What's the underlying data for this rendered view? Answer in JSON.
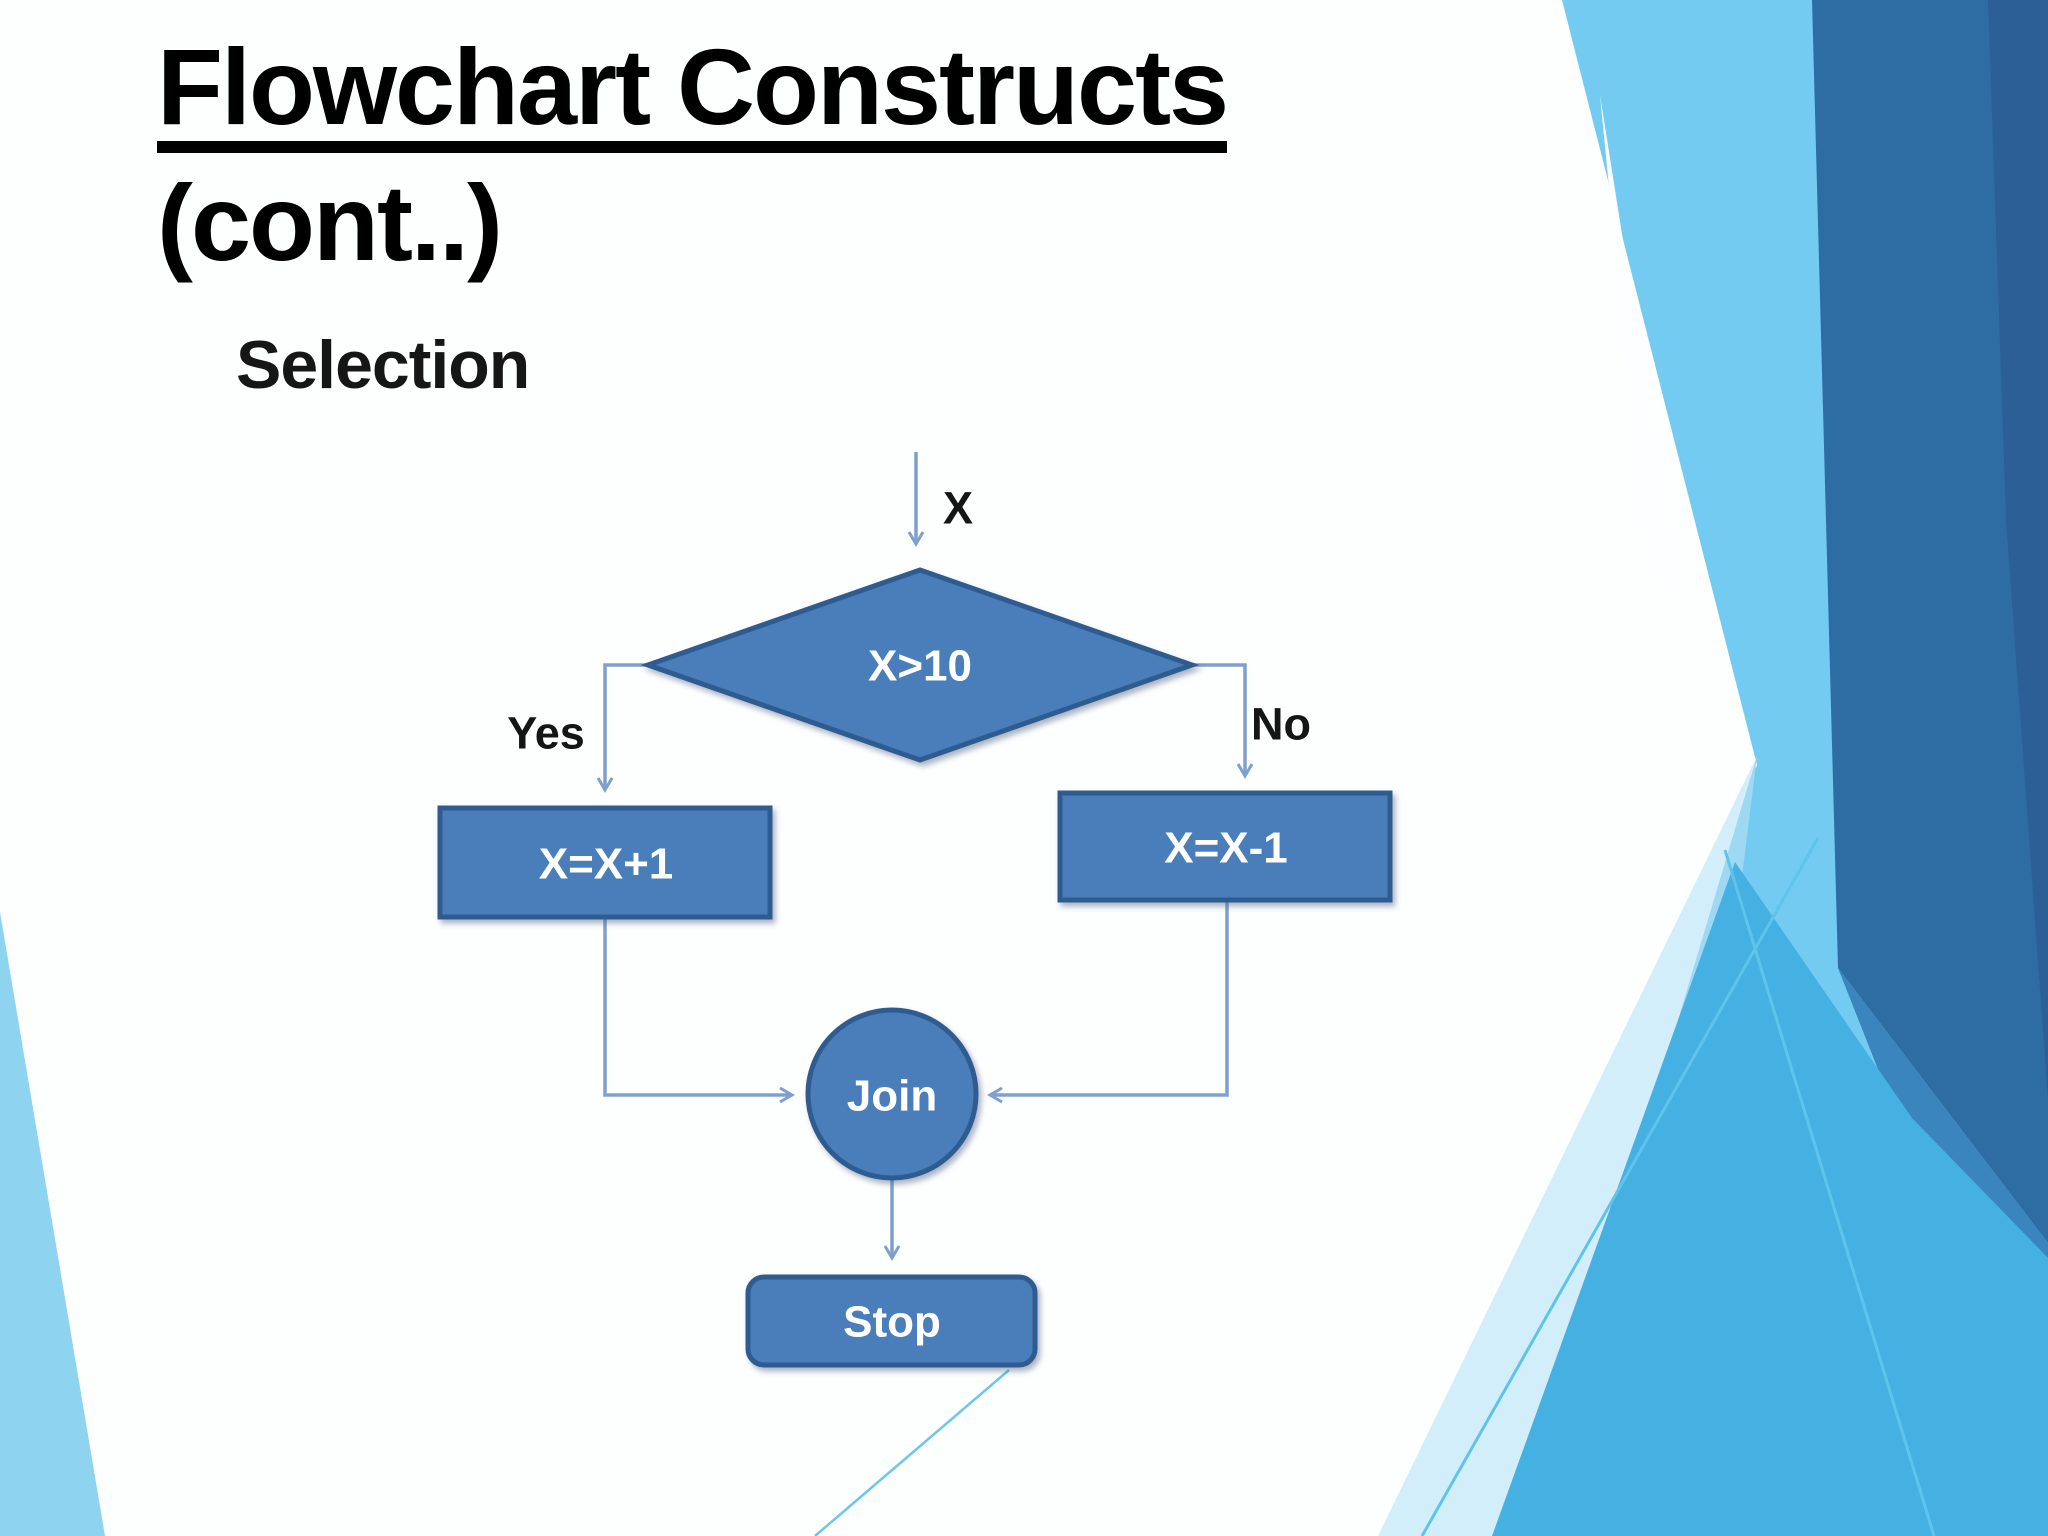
{
  "slide": {
    "title_line1": "Flowchart Constructs",
    "title_line2": "(cont..)",
    "section_label": "Selection",
    "flowchart": {
      "input_label": "X",
      "decision_label": "X>10",
      "yes_label": "Yes",
      "no_label": "No",
      "process_yes_label": "X=X+1",
      "process_no_label": "X=X-1",
      "join_label": "Join",
      "stop_label": "Stop"
    },
    "colors": {
      "shape_fill": "#4a7ebb",
      "shape_border": "#2f5c90",
      "connector": "#7fa0cd",
      "shape_text": "#ffffff",
      "title_text": "#000000",
      "bg_light_blue": "#74cbf1",
      "bg_medium_blue": "#45b1e3",
      "bg_dark_blue": "#2e6da4",
      "bg_pale_blue": "#a5daf3",
      "bg_corner_blue": "#8ed4f1",
      "accent_line": "#5fc4ec"
    }
  }
}
